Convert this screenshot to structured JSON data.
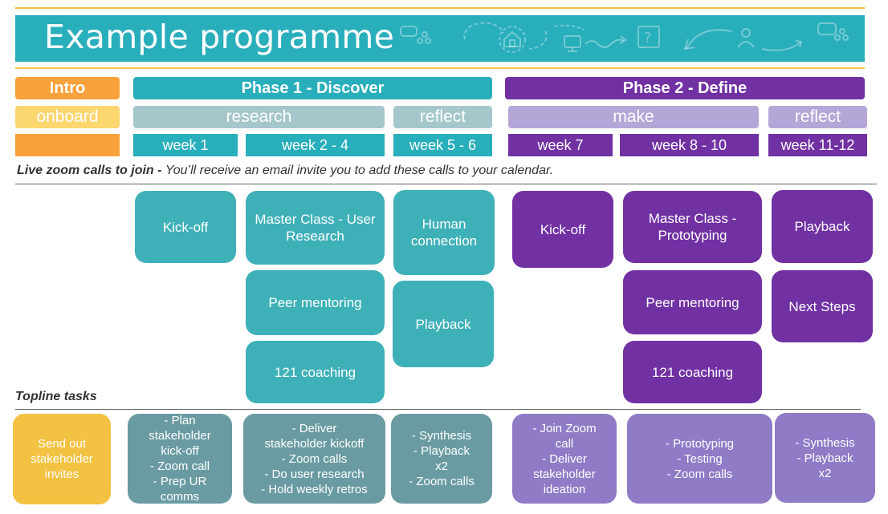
{
  "title": "Example programme",
  "columns": {
    "intro": {
      "phase": "Intro",
      "stage": "onboard",
      "week": ""
    },
    "phase1": {
      "phase": "Phase 1 - Discover",
      "stage_a": "research",
      "stage_b": "reflect",
      "weeks": [
        "week 1",
        "week 2 - 4",
        "week 5 - 6"
      ]
    },
    "phase2": {
      "phase": "Phase 2 - Define",
      "stage_a": "make",
      "stage_b": "reflect",
      "weeks": [
        "week 7",
        "week 8 - 10",
        "week 11-12"
      ]
    }
  },
  "live_calls": {
    "heading": "Live zoom calls to join - ",
    "text": "You’ll receive an email invite you to add these calls to your calendar."
  },
  "calls": {
    "w1": [
      "Kick-off"
    ],
    "w2_4": [
      "Master Class - User Research",
      "Peer mentoring",
      "121 coaching"
    ],
    "w5_6": [
      "Human connection",
      "Playback"
    ],
    "w7": [
      "Kick-off"
    ],
    "w8_10": [
      "Master Class - Prototyping",
      "Peer mentoring",
      "121 coaching"
    ],
    "w11_12": [
      "Playback",
      "Next Steps"
    ]
  },
  "tasks_heading": "Topline tasks",
  "tasks": {
    "intro": [
      "Send out",
      "stakeholder",
      "invites"
    ],
    "w1": [
      "- Plan",
      "stakeholder",
      "kick-off",
      "- Zoom call",
      "- Prep UR",
      "comms"
    ],
    "w2_4": [
      "- Deliver",
      "stakeholder kickoff",
      "- Zoom calls",
      "- Do user research",
      "- Hold weekly retros"
    ],
    "w5_6": [
      "- Synthesis",
      "- Playback",
      "x2",
      "- Zoom calls"
    ],
    "w7": [
      "- Join Zoom",
      "call",
      "- Deliver",
      "stakeholder",
      "ideation"
    ],
    "w8_10": [
      "- Prototyping",
      "- Testing",
      "- Zoom calls"
    ],
    "w11_12": [
      "- Synthesis",
      "- Playback",
      "x2"
    ]
  },
  "colors": {
    "gold": "#f4c242",
    "orange": "#f9a13a",
    "light_yellow": "#fcd66f",
    "teal": "#29aebc",
    "teal_box": "#3eb0b8",
    "grey_teal": "#a5c7cb",
    "purple": "#7131a3",
    "lavender": "#b5a6d8",
    "task_teal": "#6a9ba3",
    "task_purple": "#8f7bc6"
  }
}
